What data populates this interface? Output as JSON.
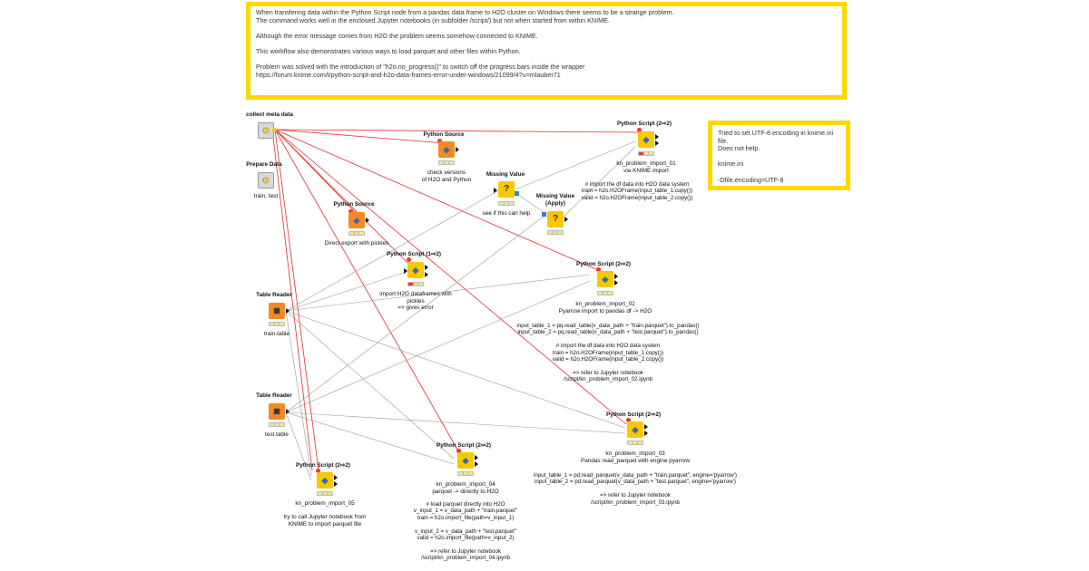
{
  "annotations": {
    "main": [
      "When transfering data within the Python Script node from a pandas data frame to H2O cluster on Windows there seems to be a strange problem.",
      "The command works well in the enclosed Jupyter notebooks (in subfolder /script/) but not when started from within KNIME.",
      "",
      "Although the error message comes from H2O the problem seems somehow connected to KNIME.",
      "",
      "This workflow also demonstrates various ways to load parquet and other files within Python.",
      "",
      "Problem was solved with the introduction of \"h2o.no_progress()\" to switch off the progress bars inside the wrapper",
      "https://forum.knime.com/t/python-script-and-h2o-data-frames-error-under-windows/21099/4?u=mlauber71"
    ],
    "side": [
      "Tried to set UTF-8 encoding in knime.ini file.",
      "Does not help.",
      "",
      "knime.ini",
      "",
      "-Dfile.encoding=UTF-8"
    ]
  },
  "nodes": {
    "collect_meta": {
      "title": "collect meta data",
      "caption": ""
    },
    "prepare_data": {
      "title": "Prepare Data",
      "caption": "train, test"
    },
    "python_source_1": {
      "title": "Python Source",
      "caption": "check versions\nof H2O and Python"
    },
    "python_source_2": {
      "title": "Python Source",
      "caption": "Direct export with pickles"
    },
    "missing_value": {
      "title": "Missing Value",
      "caption": "see if this can help"
    },
    "missing_apply": {
      "title": "Missing Value\n(Apply)",
      "caption": ""
    },
    "script_01": {
      "title": "Python Script (2⇨2)",
      "caption": "kn_problem_import_01\nvia KNIME import"
    },
    "script_1to2": {
      "title": "Python Script (1⇨2)",
      "caption": "import H2O dataframes with\npickles\n=> gives error"
    },
    "script_02": {
      "title": "Python Script (2⇨2)",
      "caption": "kn_problem_import_02\nPyarrow import to pandas df -> H2O"
    },
    "table_reader_1": {
      "title": "Table Reader",
      "caption": "train.table"
    },
    "table_reader_2": {
      "title": "Table Reader",
      "caption": "test.table"
    },
    "script_03": {
      "title": "Python Script (2⇨2)",
      "caption": "kn_problem_import_03\nPandas read_parquet with engine pyarrow"
    },
    "script_04": {
      "title": "Python Script (2⇨2)",
      "caption": "kn_problem_import_04\nparquet -> directly to H2O"
    },
    "script_05": {
      "title": "Python Script (2⇨2)",
      "caption": "kn_problem_import_05\n\ntry to call Jupyter notebook from\nKNIME to import parquet file"
    }
  },
  "notes": {
    "note_01": "# import the df data into H2O data system\ntrain = h2o.H2OFrame(input_table_1.copy())\nvalid = h2o.H2OFrame(input_table_2.copy())",
    "note_02": "input_table_1 = pq.read_table(v_data_path + \"train.parquet\").to_pandas()\ninput_table_2 = pq.read_table(v_data_path + \"test.parquet\").to_pandas()\n\n# import the df data into H2O data system\ntrain = h2o.H2OFrame(input_table_1.copy())\nvalid = h2o.H2OFrame(input_table_2.copy())\n\n=> refer to Jupyter notebook\n/script/kn_problem_import_02.ipynb",
    "note_03": "input_table_1 = pd.read_parquet(v_data_path + \"train.parquet\", engine='pyarrow')\ninput_table_2 = pd.read_parquet(v_data_path + \"test.parquet\", engine='pyarrow')\n\n=> refer to Jupyter notebook\n/script/kn_problem_import_03.ipynb",
    "note_04": "# load parquet directly into H2O\nv_input_1 = v_data_path + \"train.parquet\"\ntrain = h2o.import_file(path=v_input_1)\n\nv_input_2 = v_data_path + \"test.parquet\"\nvalid = h2o.import_file(path=v_input_2)\n\n=> refer to Jupyter notebook\n/script/kn_problem_import_04.ipynb"
  },
  "colors": {
    "annotation_border": "#ffd800",
    "flow_variable_wire": "#e03030",
    "data_wire": "#9a9a9a",
    "script_node": "#f6c800",
    "source_node": "#f08a24"
  }
}
